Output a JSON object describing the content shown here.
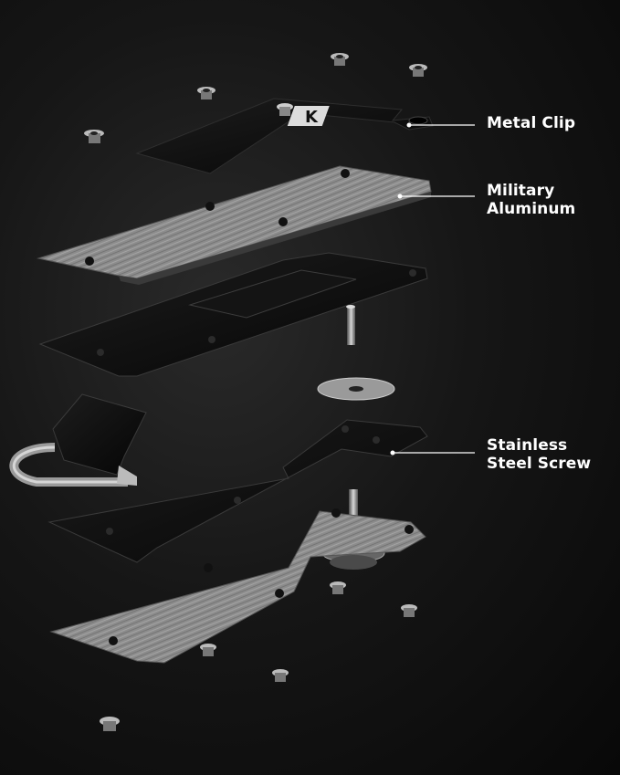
{
  "labels": {
    "metal_clip": {
      "line1": "Metal Clip"
    },
    "military_aluminum": {
      "line1": "Military",
      "line2": "Aluminum"
    },
    "stainless_screw": {
      "line1": "Stainless",
      "line2": "Steel Screw"
    }
  },
  "colors": {
    "background": "#0c0c0c",
    "label_text": "#ffffff",
    "black_plate": "#111111",
    "aluminum": "#8a8a8a",
    "callout_line": "#ffffff"
  },
  "icons": {
    "logo": "k-logo-icon"
  }
}
